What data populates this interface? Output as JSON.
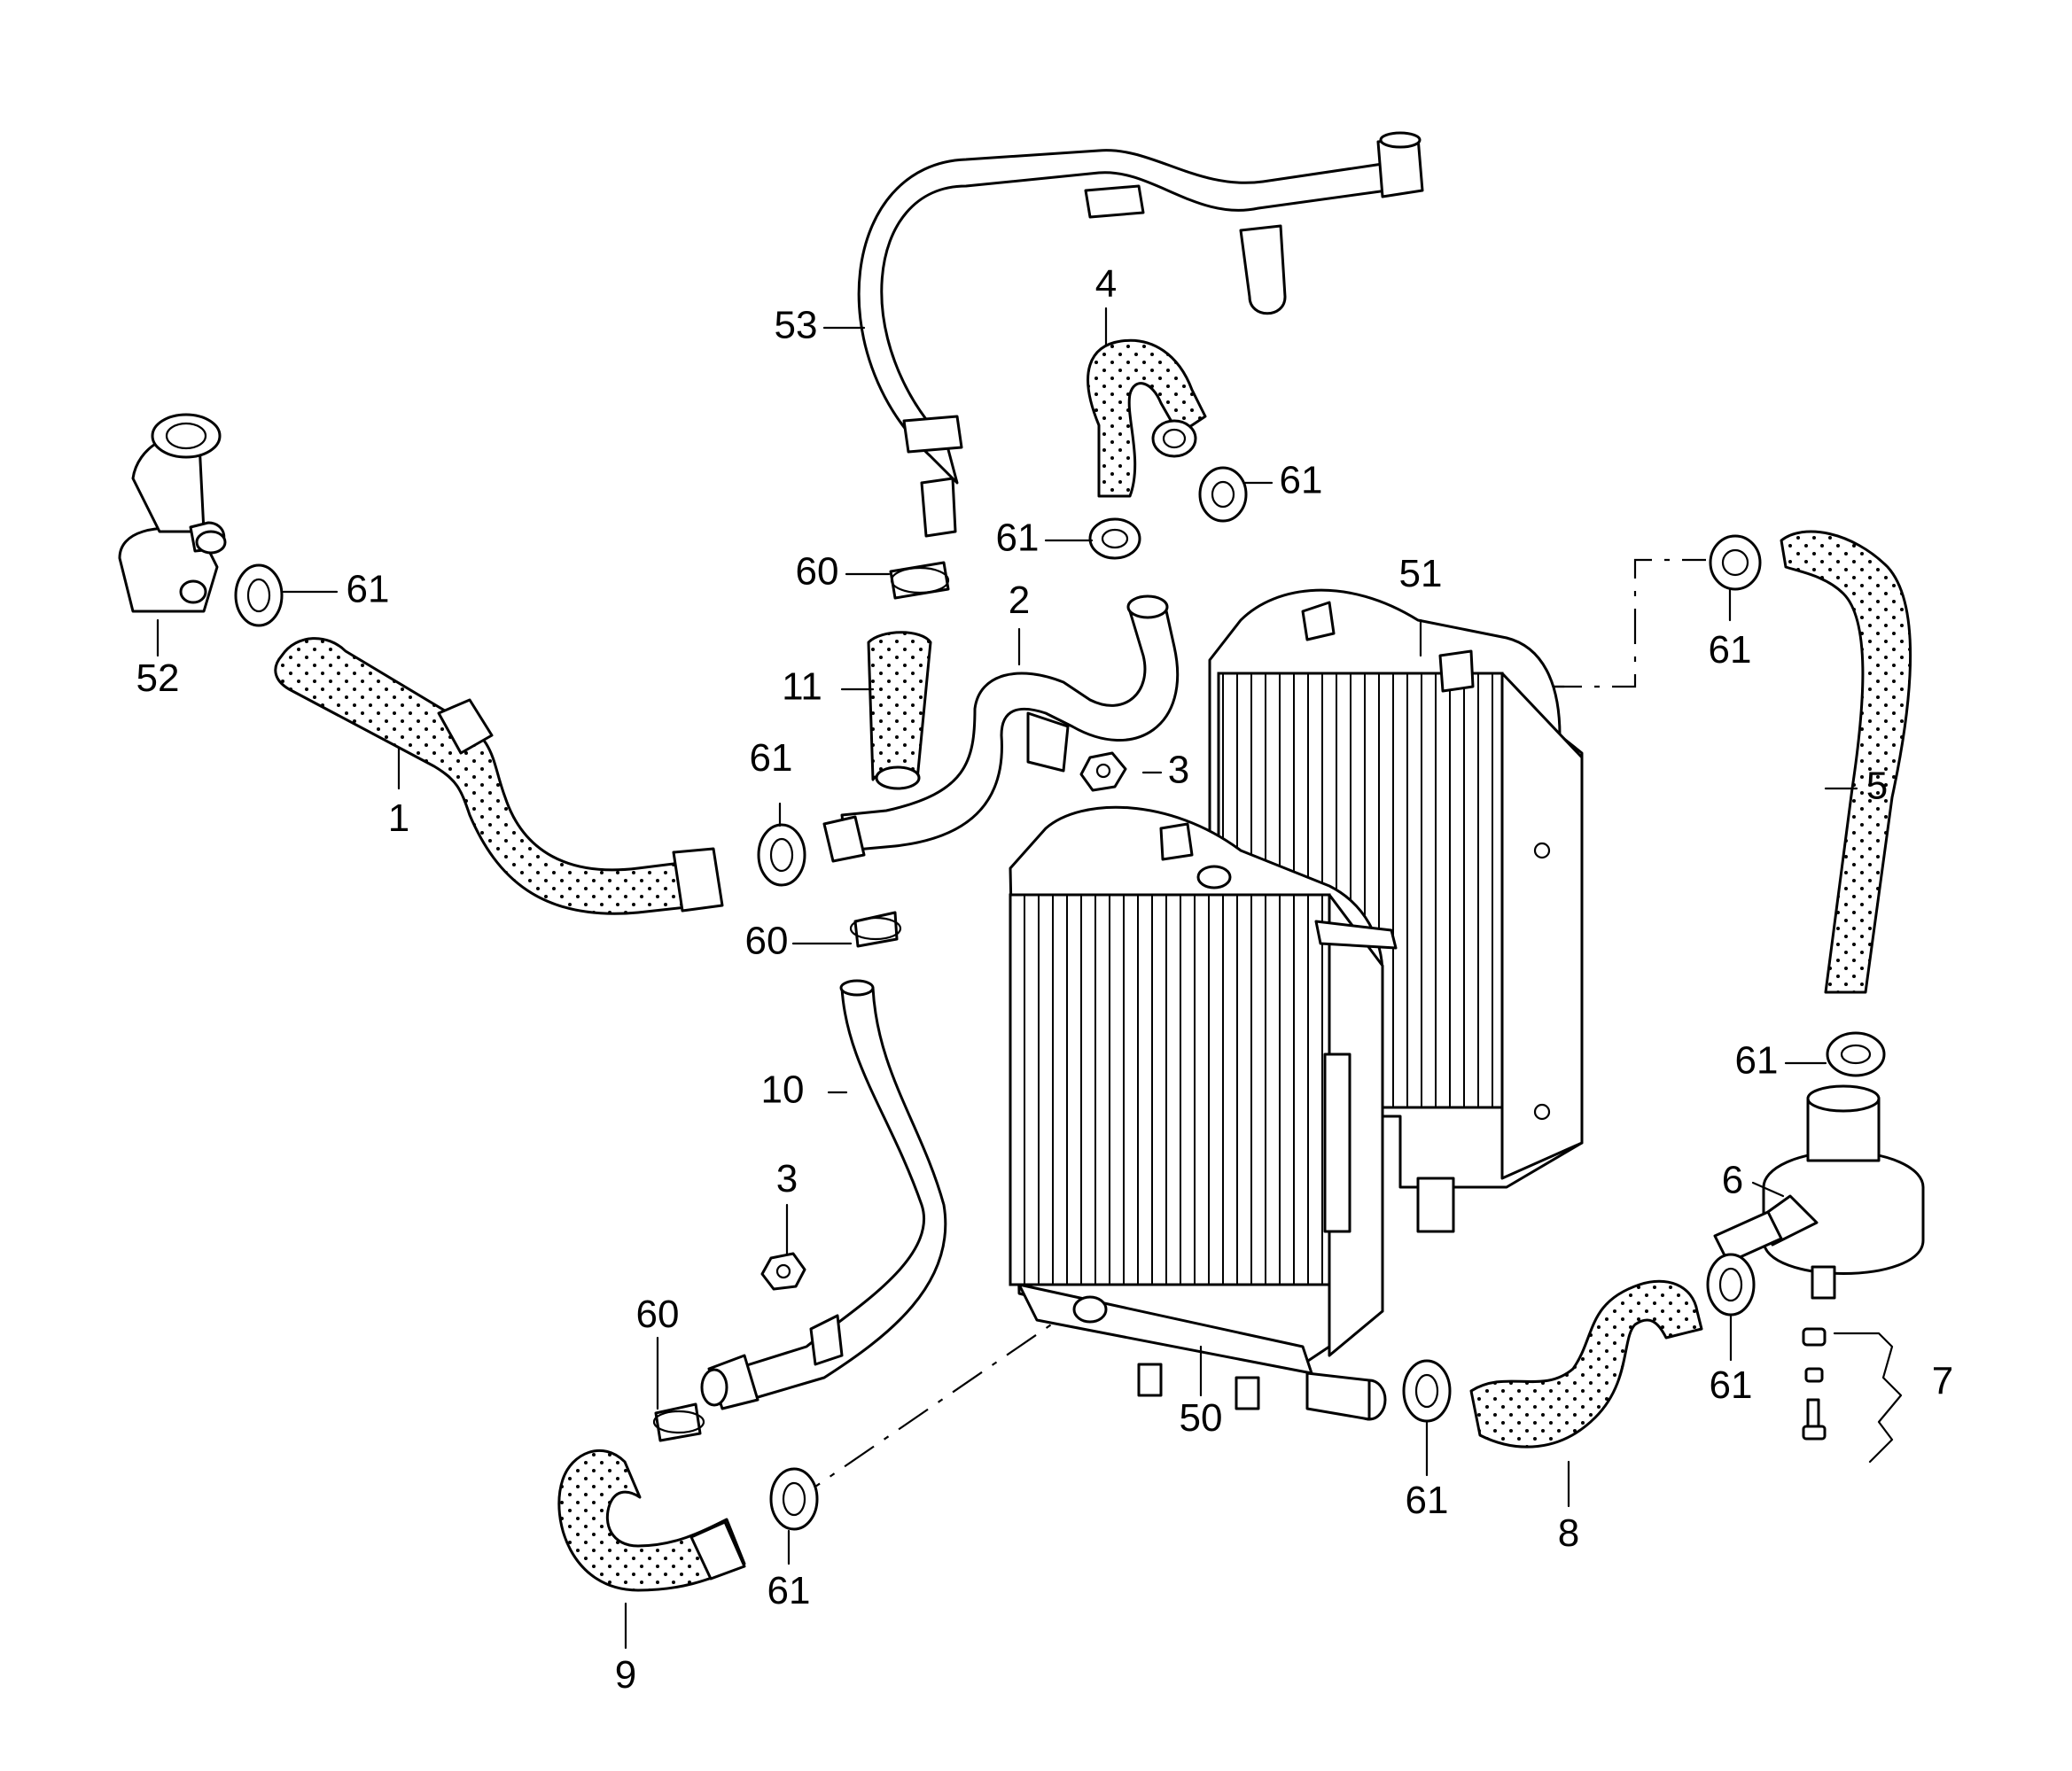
{
  "callouts": [
    {
      "id": "c1",
      "text": "1"
    },
    {
      "id": "c2",
      "text": "2"
    },
    {
      "id": "c3a",
      "text": "3"
    },
    {
      "id": "c3b",
      "text": "3"
    },
    {
      "id": "c4",
      "text": "4"
    },
    {
      "id": "c5",
      "text": "5"
    },
    {
      "id": "c6",
      "text": "6"
    },
    {
      "id": "c7",
      "text": "7"
    },
    {
      "id": "c8",
      "text": "8"
    },
    {
      "id": "c9",
      "text": "9"
    },
    {
      "id": "c10",
      "text": "10"
    },
    {
      "id": "c11",
      "text": "11"
    },
    {
      "id": "c50",
      "text": "50"
    },
    {
      "id": "c51",
      "text": "51"
    },
    {
      "id": "c52",
      "text": "52"
    },
    {
      "id": "c53",
      "text": "53"
    },
    {
      "id": "c60a",
      "text": "60"
    },
    {
      "id": "c60b",
      "text": "60"
    },
    {
      "id": "c60c",
      "text": "60"
    },
    {
      "id": "c61a",
      "text": "61"
    },
    {
      "id": "c61b",
      "text": "61"
    },
    {
      "id": "c61c",
      "text": "61"
    },
    {
      "id": "c61d",
      "text": "61"
    },
    {
      "id": "c61e",
      "text": "61"
    },
    {
      "id": "c61f",
      "text": "61"
    },
    {
      "id": "c61g",
      "text": "61"
    },
    {
      "id": "c61h",
      "text": "61"
    },
    {
      "id": "c61i",
      "text": "61"
    }
  ]
}
